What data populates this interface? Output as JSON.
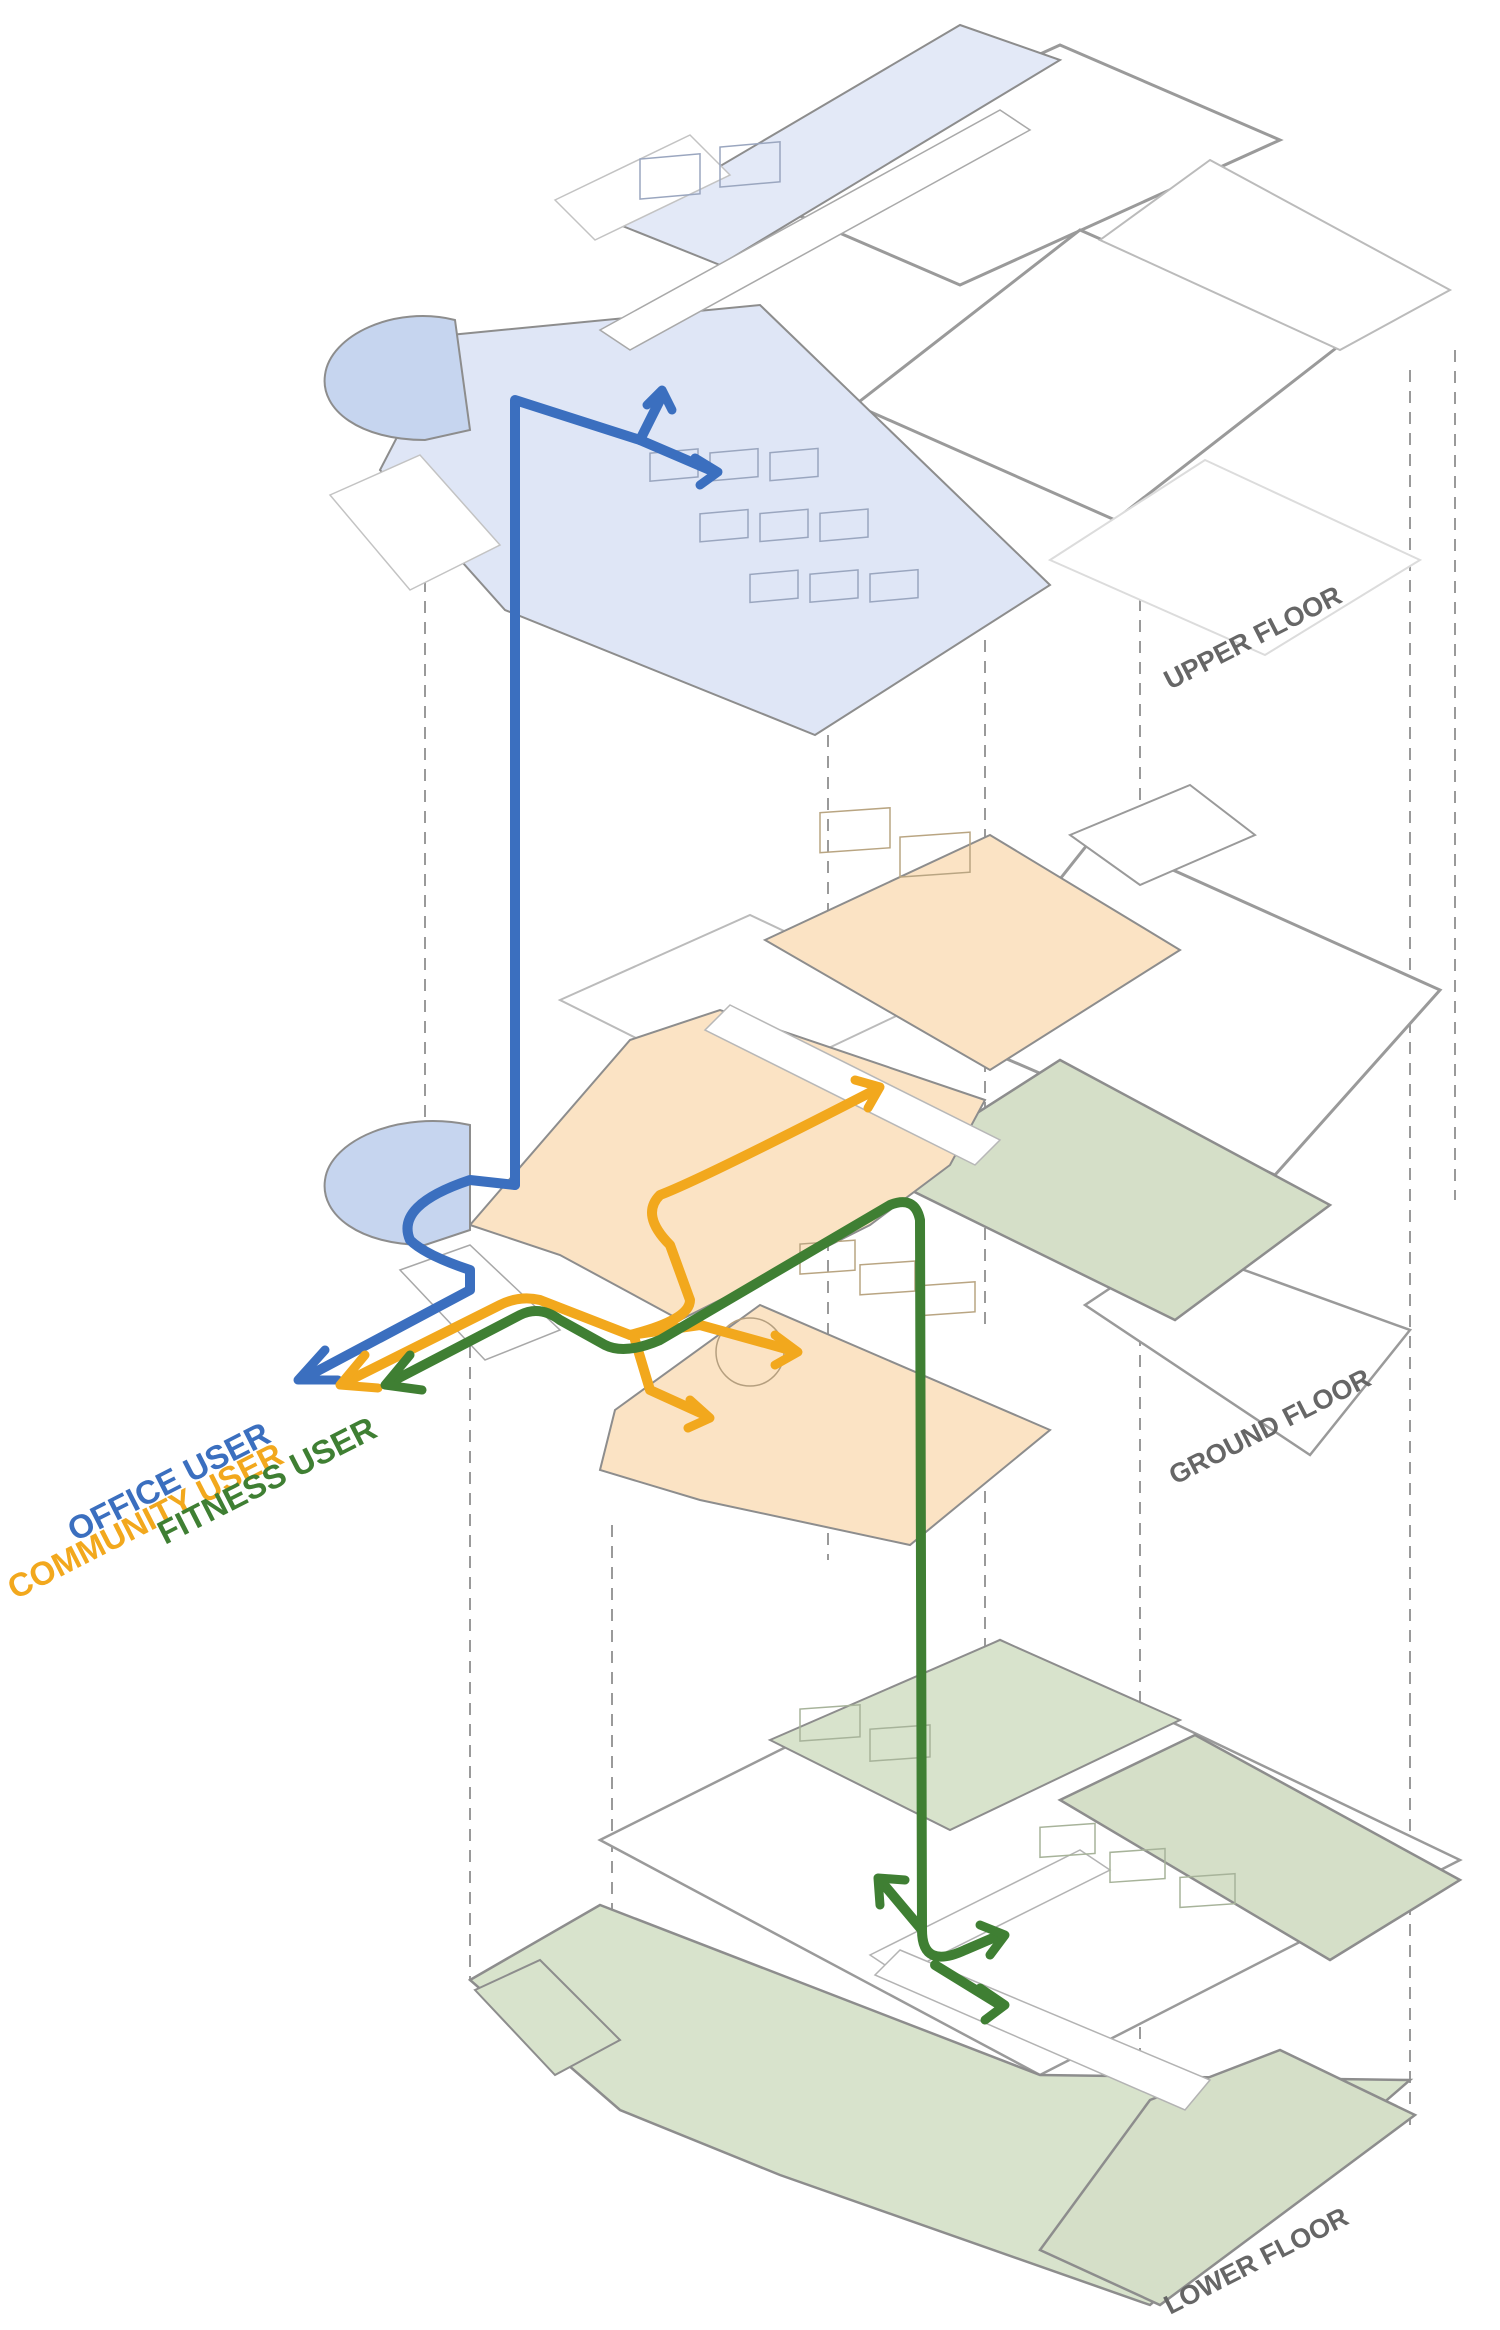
{
  "floors": [
    {
      "label": "UPPER FLOOR",
      "fill": "#dfe6f6"
    },
    {
      "label": "GROUND FLOOR",
      "fill": "#fbe3c4"
    },
    {
      "label": "LOWER FLOOR",
      "fill": "#d8e3cc"
    }
  ],
  "legend": [
    {
      "label": "OFFICE USER",
      "color": "#3b6fbf"
    },
    {
      "label": "COMMUNITY USER",
      "color": "#f2a81d"
    },
    {
      "label": "FITNESS USER",
      "color": "#3f7f33"
    }
  ],
  "colors": {
    "outline": "#8d8d8d",
    "light_outline": "#c7c7c7",
    "fitness_area": "#d5dfc8",
    "rotunda": "#c6d5ef"
  }
}
